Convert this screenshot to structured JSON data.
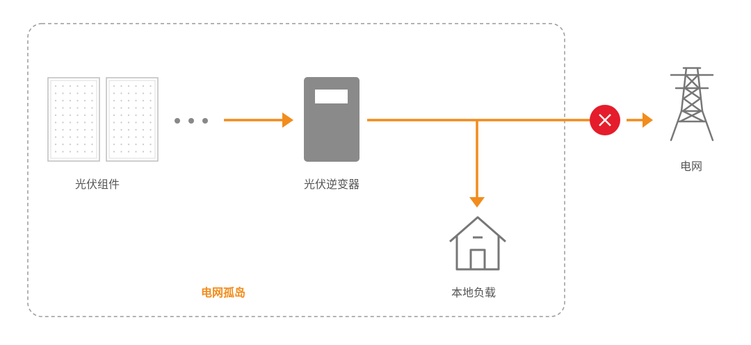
{
  "labels": {
    "pv_modules": "光伏组件",
    "pv_inverter": "光伏逆变器",
    "grid": "电网",
    "local_load": "本地负载",
    "island": "电网孤岛"
  },
  "colors": {
    "flow_arrow": "#f28c1c",
    "island_label": "#f28c1c",
    "disconnect_badge": "#e51c2b",
    "inverter_body": "#8a8a8a",
    "icon_stroke": "#777777",
    "boundary": "#9a9a9a"
  },
  "icons": {
    "panel": "solar-panel-icon",
    "inverter": "inverter-icon",
    "grid": "transmission-tower-icon",
    "load": "house-icon",
    "disconnect": "close-icon",
    "ellipsis": "ellipsis-icon"
  }
}
